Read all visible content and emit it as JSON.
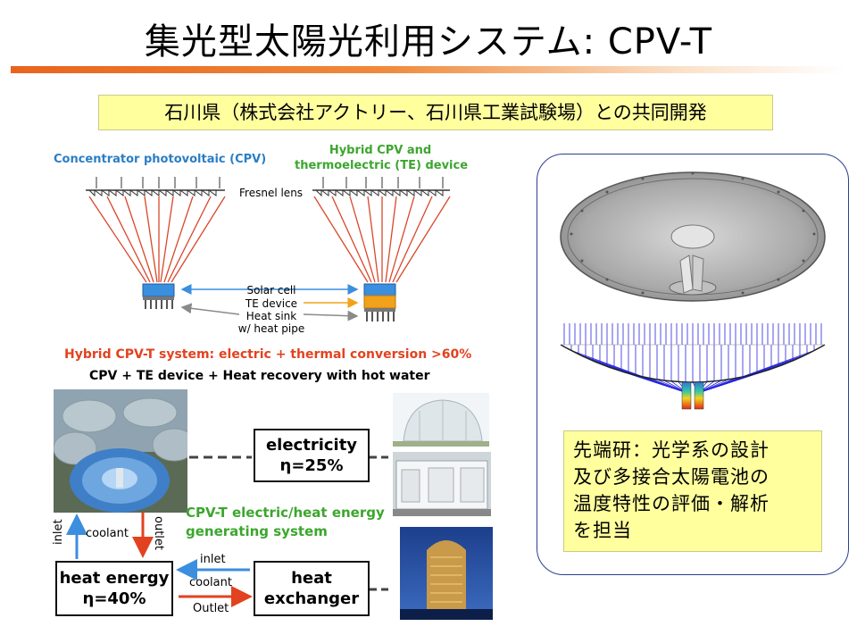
{
  "title": "集光型太陽光利用システム: CPV-T",
  "banner": "石川県（株式会社アクトリー、石川県工業試験場）との共同開発",
  "diagram": {
    "cpv_title": "Concentrator photovoltaic (CPV)",
    "hybrid_title_1": "Hybrid CPV and",
    "hybrid_title_2": "thermoelectric (TE) device",
    "fresnel": "Fresnel lens",
    "solar_cell": "Solar cell",
    "te_device": "TE device",
    "heat_sink": "Heat sink",
    "heat_pipe": "w/ heat pipe",
    "hybrid_system": "Hybrid CPV-T system: electric + thermal conversion >60%",
    "cpv_te_hot": "CPV + TE device + Heat recovery with hot water"
  },
  "flow": {
    "electricity_label": "electricity",
    "electricity_eff": "η=25%",
    "heat_energy_label": "heat energy",
    "heat_energy_eff": "η=40%",
    "heat_exchanger_1": "heat",
    "heat_exchanger_2": "exchanger",
    "inlet_vertical": "inlet",
    "coolant_left": "coolant",
    "outlet_vertical": "outlet",
    "system_1": "CPV-T electric/heat energy",
    "system_2": "generating system",
    "inlet_h": "inlet",
    "coolant_h": "coolant",
    "outlet_h": "Outlet"
  },
  "note": {
    "line1": "先端研：光学系の設計",
    "line2": "及び多接合太陽電池の",
    "line3": "温度特性の評価・解析",
    "line4": "を担当"
  },
  "colors": {
    "accent_orange": "#e8641e",
    "banner_yellow": "#ffff9e",
    "ray_red": "#d9472a",
    "cell_blue": "#3c8ede",
    "te_orange": "#f2a21a",
    "green_text": "#3ca62e",
    "panel_border": "#2a3f8f"
  }
}
